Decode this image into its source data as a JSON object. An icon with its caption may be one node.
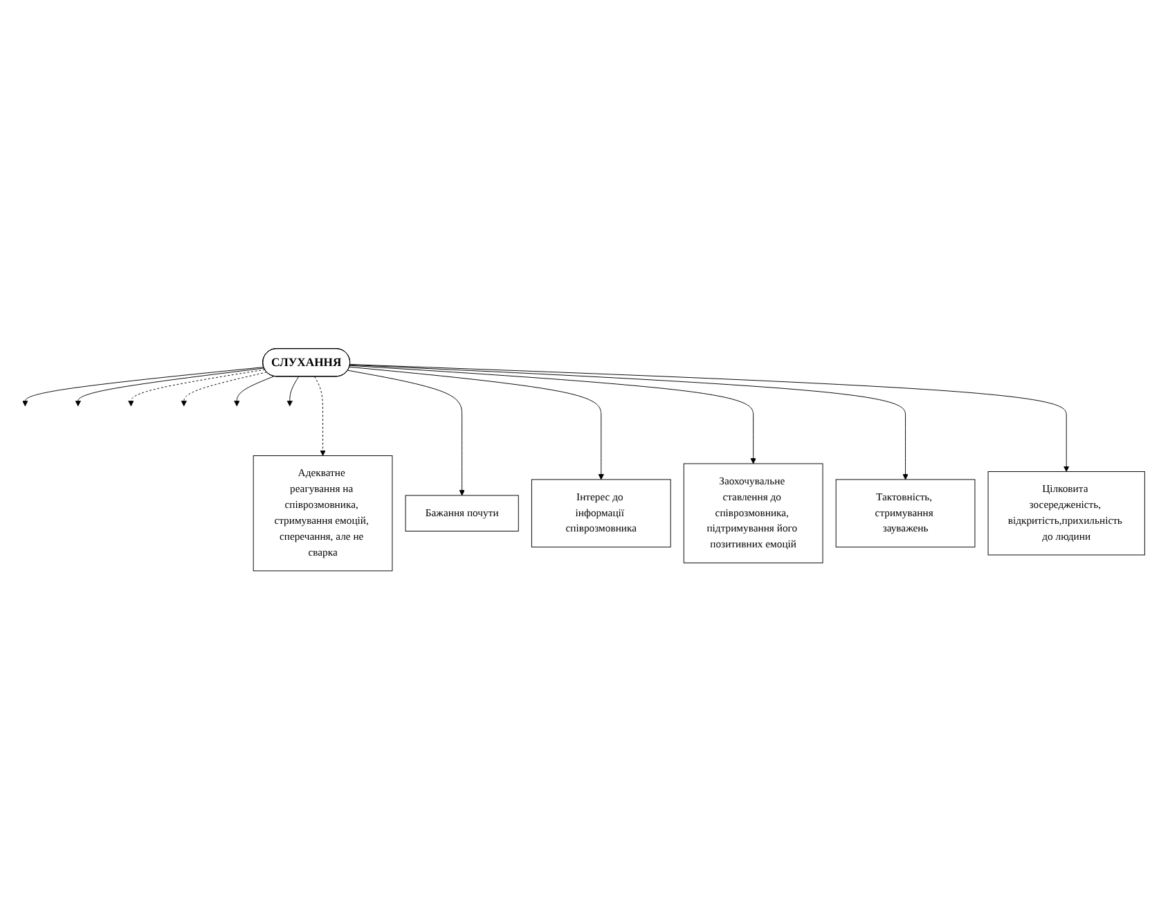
{
  "diagram": {
    "nodes": [
      {
        "text": [
          "Адекватне реагування на співрозмовника, стримування емоцій, сперечання, але не сварка"
        ]
      },
      {
        "text": [
          "Бажання почути"
        ]
      },
      {
        "text": [
          "Інтерес до інформації співрозмовника"
        ]
      },
      {
        "text": [
          "СЛУХАННЯ"
        ]
      },
      {
        "text": [
          "Заохочувальне ставлення до співрозмовника, підтримування його позитивних емоцій"
        ]
      },
      {
        "text": [
          "Тактовність, стримування зауважень"
        ]
      },
      {
        "text": [
          "Цілковита зосередженість, відкритість,прихильність до людини"
        ]
      }
    ],
    "edges": [
      {
        "from": 3,
        "to": 0,
        "arrow": "to",
        "style": "dashed"
      },
      {
        "from": 3,
        "to": 1,
        "arrow": "to"
      },
      {
        "from": 3,
        "to": 2,
        "arrow": "to"
      },
      {
        "from": 3,
        "to": null,
        "arrow": "to"
      },
      {
        "from": 3,
        "to": null,
        "arrow": "to"
      },
      {
        "from": 3,
        "to": null,
        "arrow": "to",
        "style": "dashed"
      },
      {
        "from": 3,
        "to": null,
        "arrow": "to",
        "style": "dashed"
      },
      {
        "from": 3,
        "to": null,
        "arrow": "to"
      },
      {
        "from": 3,
        "to": 4,
        "arrow": "to"
      },
      {
        "from": 3,
        "to": 5,
        "arrow": "to"
      },
      {
        "from": 3,
        "to": null,
        "arrow": "to"
      },
      {
        "from": 3,
        "to": 6,
        "arrow": "to"
      }
    ]
  }
}
